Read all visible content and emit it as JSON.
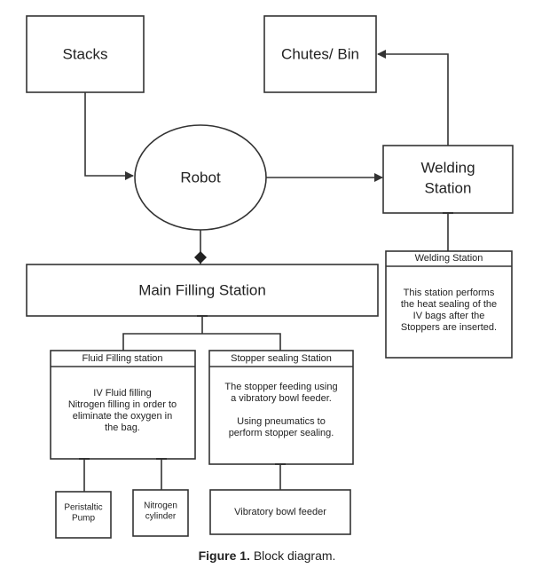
{
  "nodes": {
    "stacks": "Stacks",
    "chutes_bin": "Chutes/ Bin",
    "robot": "Robot",
    "welding_station": [
      "Welding",
      "Station"
    ],
    "main_filling": "Main Filling Station",
    "welding_detail": {
      "header": "Welding Station",
      "body": [
        "This station performs",
        "the heat sealing of the",
        "IV bags after the",
        "Stoppers are inserted."
      ]
    },
    "fluid_filling": {
      "header": "Fluid Filling station",
      "body": [
        "IV Fluid filling",
        "Nitrogen filling in order to",
        "eliminate the oxygen in",
        "the bag."
      ]
    },
    "stopper_sealing": {
      "header": "Stopper sealing Station",
      "body": [
        "The stopper feeding using",
        "a vibratory bowl feeder.",
        "",
        "Using pneumatics to",
        "perform stopper sealing."
      ]
    },
    "peristaltic_pump": [
      "Peristaltic",
      "Pump"
    ],
    "nitrogen_cylinder": [
      "Nitrogen",
      "cylinder"
    ],
    "vibratory_bowl": "Vibratory bowl feeder"
  },
  "caption": {
    "label": "Figure 1.",
    "text": "Block diagram."
  },
  "colors": {
    "stroke": "#333333",
    "text": "#222222"
  }
}
